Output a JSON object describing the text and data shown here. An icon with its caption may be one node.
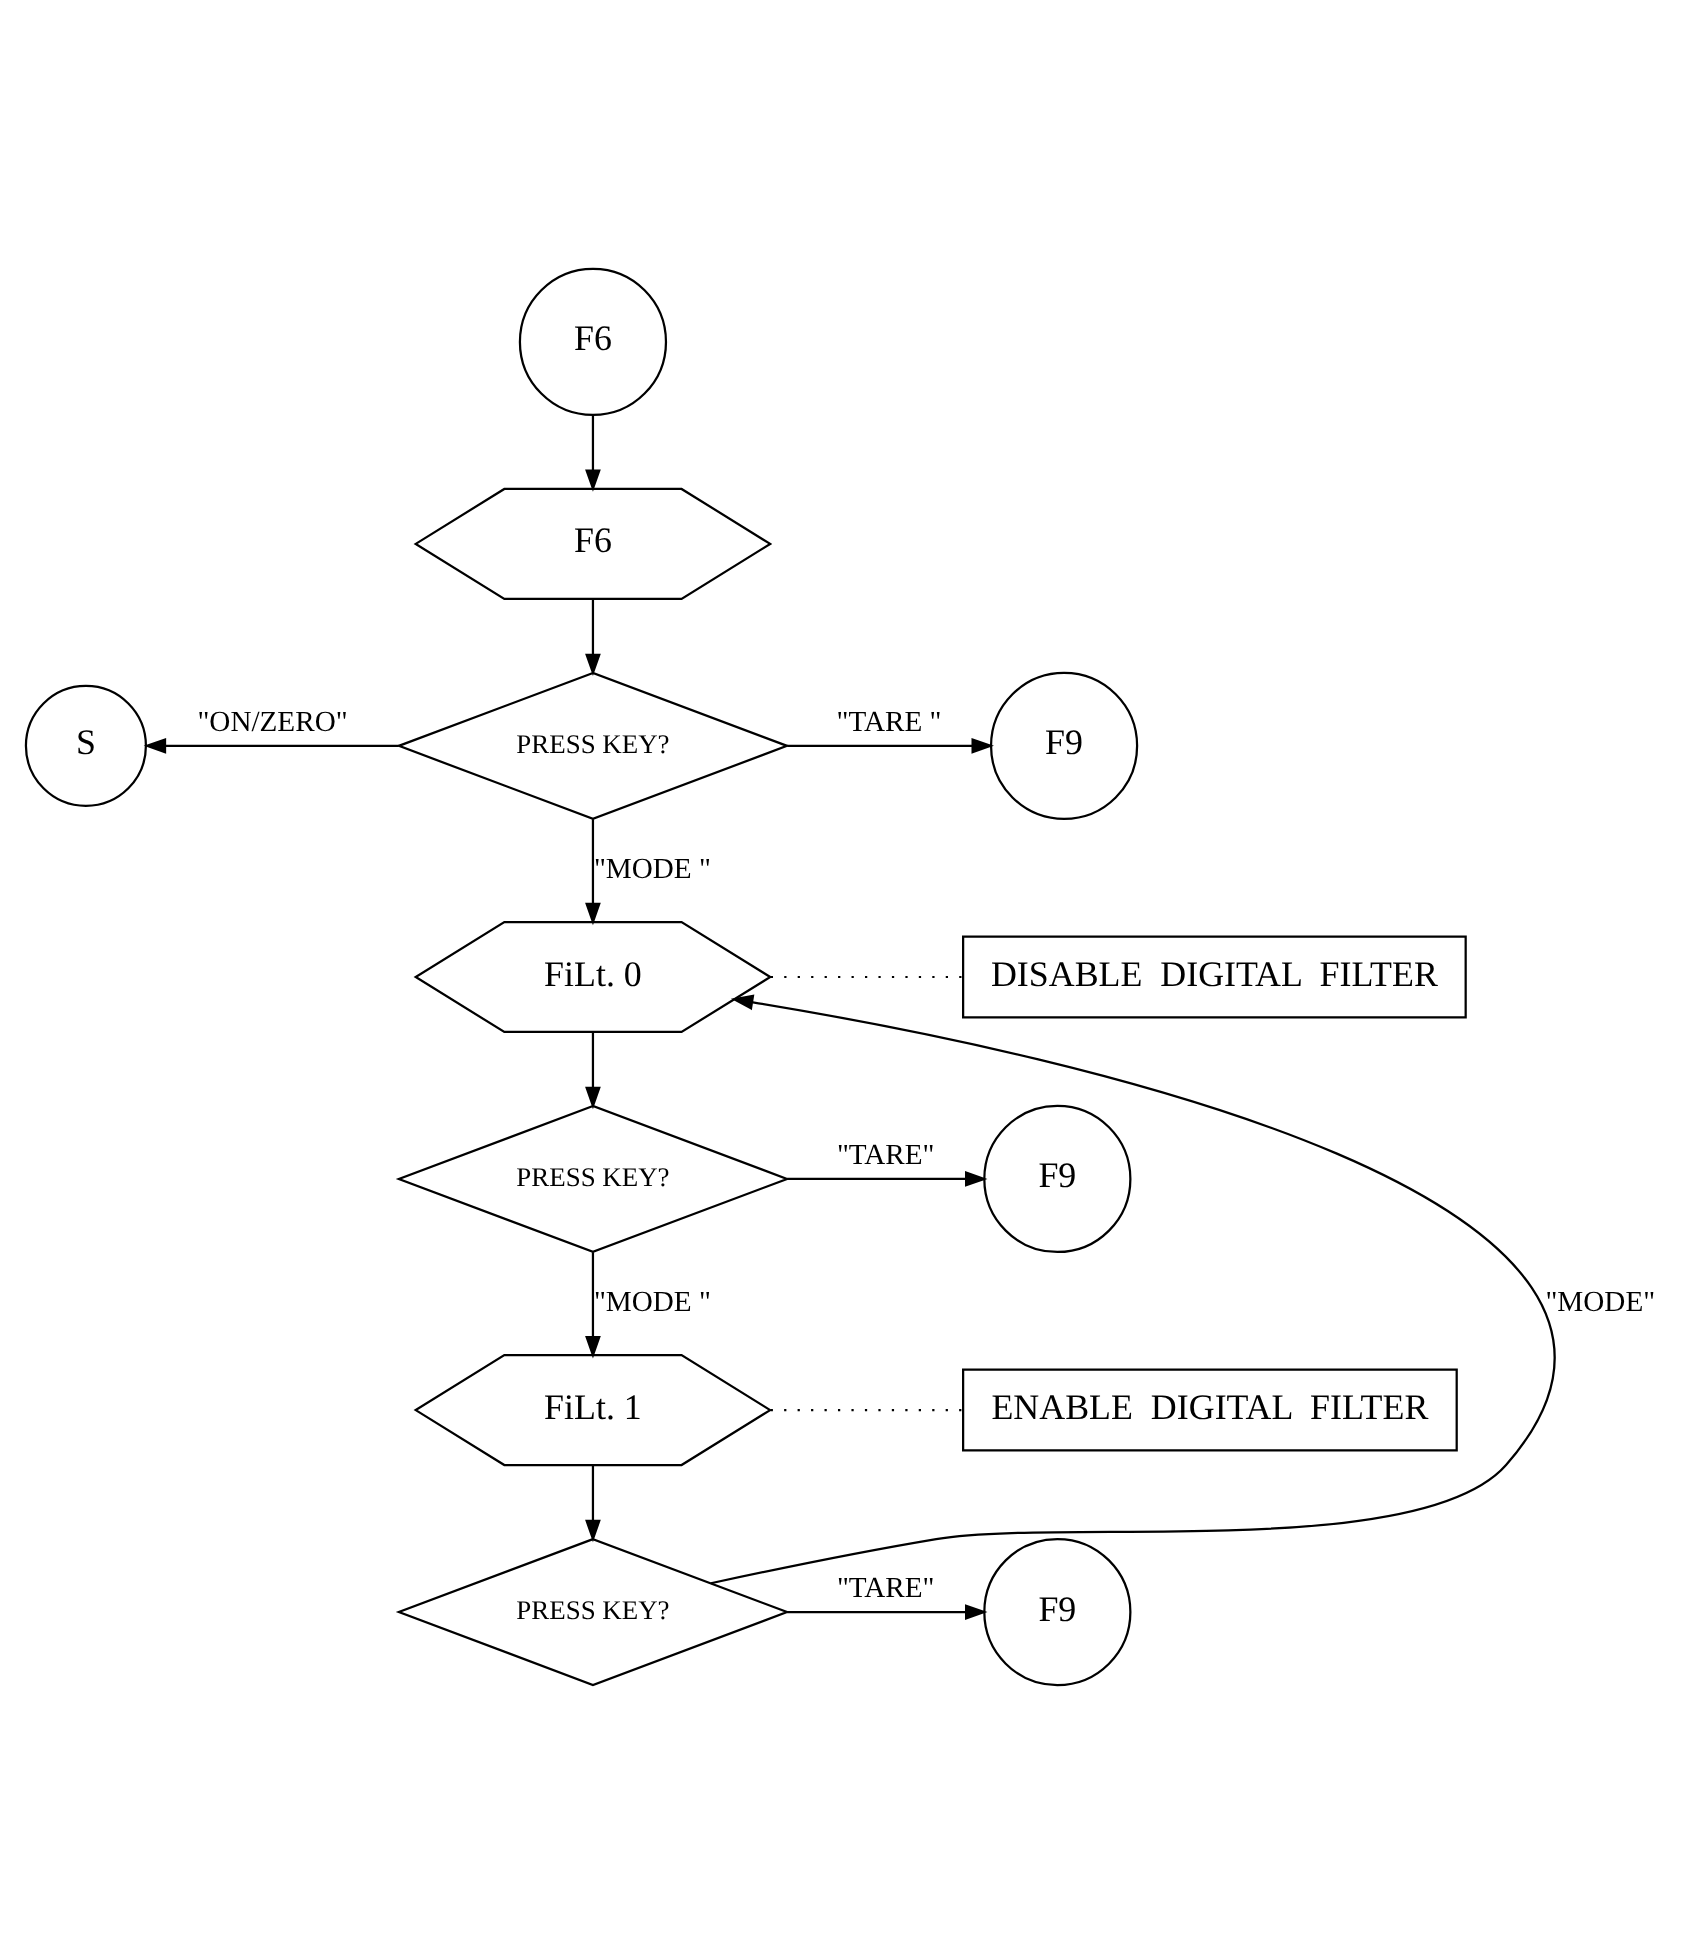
{
  "diagram": {
    "nodes": [
      {
        "text": [
          "F6"
        ]
      },
      {
        "text": [
          "F6"
        ]
      },
      {
        "text": [
          "PRESS KEY?"
        ]
      },
      {
        "text": [
          "S"
        ]
      },
      {
        "text": [
          "F9"
        ]
      },
      {
        "text": [
          "FiLt. 0"
        ]
      },
      {
        "text": [
          "DISABLE  DIGITAL  FILTER"
        ]
      },
      {
        "text": [
          "PRESS KEY?"
        ]
      },
      {
        "text": [
          "F9"
        ]
      },
      {
        "text": [
          "FiLt. 1"
        ]
      },
      {
        "text": [
          "ENABLE  DIGITAL  FILTER"
        ]
      },
      {
        "text": [
          "PRESS KEY?"
        ]
      },
      {
        "text": [
          "F9"
        ]
      }
    ],
    "edges": [
      {
        "from": 0,
        "to": 1,
        "arrow": "to"
      },
      {
        "from": 1,
        "to": 2,
        "arrow": "to"
      },
      {
        "from": 2,
        "to": 3,
        "arrow": "to",
        "label": "\"ON/ZERO\""
      },
      {
        "from": 2,
        "to": 4,
        "arrow": "to",
        "label": "\"TARE \""
      },
      {
        "from": 2,
        "to": 5,
        "arrow": "to",
        "label": "\"MODE \""
      },
      {
        "from": 5,
        "to": 6,
        "arrow": "none",
        "style": "dashed"
      },
      {
        "from": 5,
        "to": 7,
        "arrow": "to"
      },
      {
        "from": 7,
        "to": 8,
        "arrow": "to",
        "label": "\"TARE\""
      },
      {
        "from": 7,
        "to": 9,
        "arrow": "to",
        "label": "\"MODE \""
      },
      {
        "from": 9,
        "to": 10,
        "arrow": "none",
        "style": "dashed"
      },
      {
        "from": 9,
        "to": 11,
        "arrow": "to"
      },
      {
        "from": 11,
        "to": 12,
        "arrow": "to",
        "label": "\"TARE\""
      },
      {
        "from": 11,
        "to": 5,
        "arrow": "to",
        "label": "\"MODE\""
      }
    ]
  }
}
